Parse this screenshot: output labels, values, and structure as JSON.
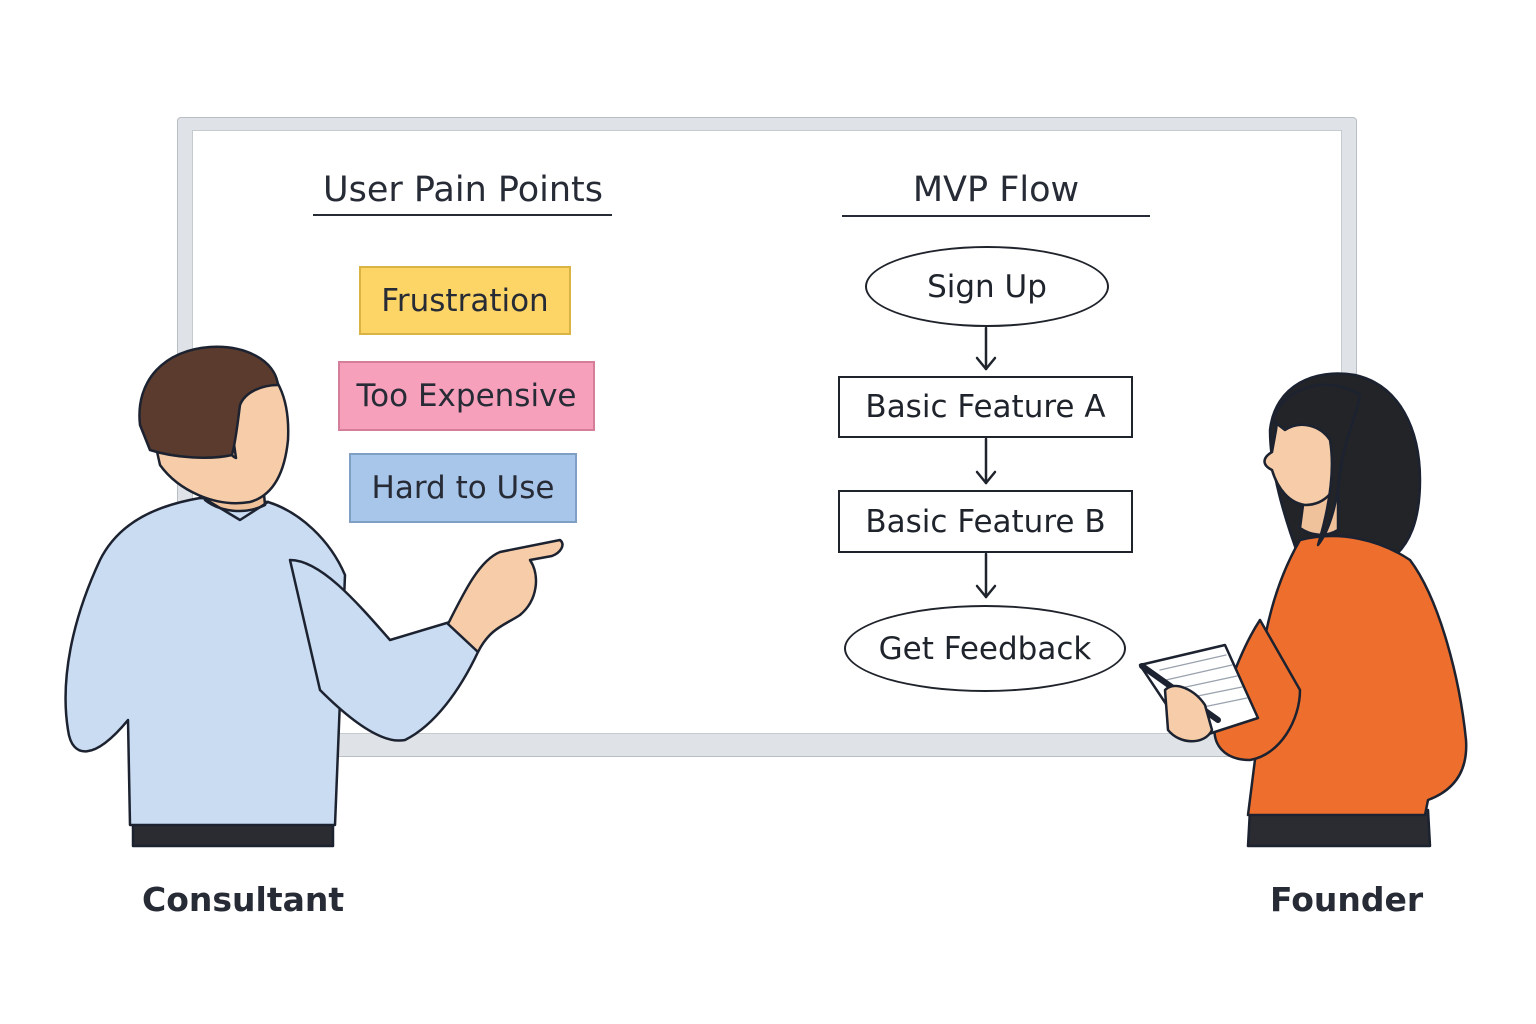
{
  "pain_points": {
    "heading": "User Pain Points",
    "notes": [
      {
        "label": "Frustration",
        "color": "#fdd566"
      },
      {
        "label": "Too Expensive",
        "color": "#f7a0bb"
      },
      {
        "label": "Hard to Use",
        "color": "#a8c6ea"
      }
    ]
  },
  "mvp_flow": {
    "heading": "MVP Flow",
    "steps": [
      {
        "label": "Sign Up",
        "shape": "oval"
      },
      {
        "label": "Basic Feature A",
        "shape": "rectangle"
      },
      {
        "label": "Basic Feature B",
        "shape": "rectangle"
      },
      {
        "label": "Get Feedback",
        "shape": "oval"
      }
    ]
  },
  "people": {
    "left": "Consultant",
    "right": "Founder"
  },
  "colors": {
    "consultant_shirt": "#c9dcf2",
    "founder_top": "#ee6f2d",
    "hair_male": "#5b3b2d",
    "hair_female": "#222428"
  }
}
